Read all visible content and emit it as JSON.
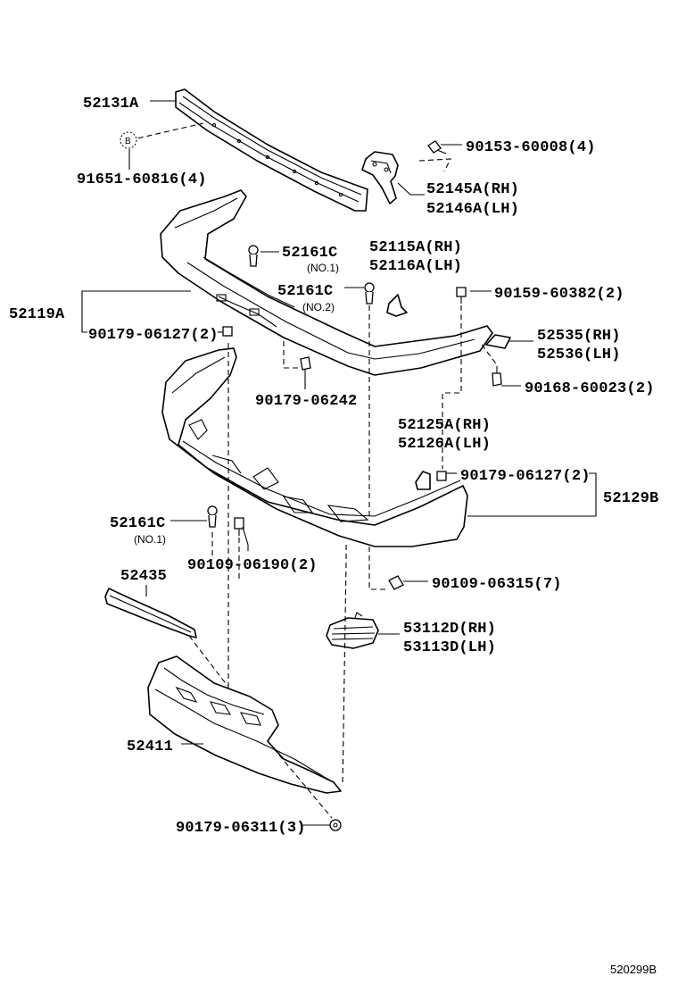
{
  "labels": {
    "p52131A": "52131A",
    "p91651": "91651-60816(4)",
    "circle_b": "B",
    "p90153": "90153-60008(4)",
    "p52145A": "52145A(RH)",
    "p52146A": "52146A(LH)",
    "p52161C_a": "52161C",
    "no1_a": "(NO.1)",
    "p52161C_b": "52161C",
    "no2": "(NO.2)",
    "p52115A": "52115A(RH)",
    "p52116A": "52116A(LH)",
    "p52119A": "52119A",
    "p90179_06127_a": "90179-06127(2)",
    "p90159": "90159-60382(2)",
    "p52535": "52535(RH)",
    "p52536": "52536(LH)",
    "p90168": "90168-60023(2)",
    "p90179_06242": "90179-06242",
    "p52125A": "52125A(RH)",
    "p52126A": "52126A(LH)",
    "p90179_06127_b": "90179-06127(2)",
    "p52129B": "52129B",
    "p52161C_c": "52161C",
    "no1_c": "(NO.1)",
    "p90109_06190": "90109-06190(2)",
    "p52435": "52435",
    "p90109_06315": "90109-06315(7)",
    "p53112D": "53112D(RH)",
    "p53113D": "53113D(LH)",
    "p52411": "52411",
    "p90179_06311": "90179-06311(3)",
    "diagram_ref": "520299B"
  }
}
